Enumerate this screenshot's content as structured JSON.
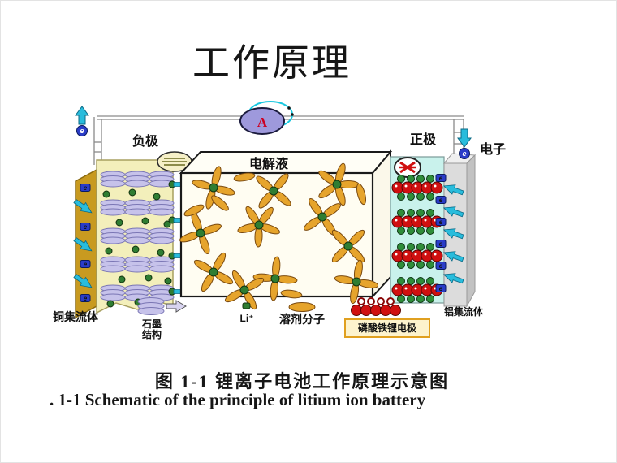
{
  "slide": {
    "title": "工作原理",
    "caption_cn": "图 1-1 锂离子电池工作原理示意图",
    "caption_en": ". 1-1 Schematic of the principle of litium ion battery"
  },
  "diagram": {
    "ammeter_label": "A",
    "negative_electrode_label": "负极",
    "positive_electrode_label": "正极",
    "electrolyte_label": "电解液",
    "electron_label": "电子",
    "electron_symbol": "e",
    "copper_collector_label": "铜集流体",
    "graphite_structure_line1": "石墨",
    "graphite_structure_line2": "结构",
    "li_ion_label": "Li⁺",
    "solvent_label": "溶剂分子",
    "lfp_electrode_label": "磷酸铁锂电极",
    "aluminum_collector_label": "铝集流体",
    "colors": {
      "ammeter_fill": "#9e99dc",
      "ammeter_letter": "#cc0022",
      "wire_gray": "#8a8a8a",
      "copper_gold": "#c89a20",
      "graphite_bg": "#f3efbb",
      "disc_lavender": "#c6c2ea",
      "li_green": "#2f7d32",
      "electron_badge_blue": "#2a3cc8",
      "arrow_cyan": "#29bcdc",
      "solvent_orange": "#e6a42c",
      "electrolyte_bg": "#fffdf2",
      "lfp_red": "#d01010",
      "cathode_bg": "#c9f2ec",
      "aluminum_gray": "#dcdcdc",
      "label_box_fill": "#fdf3cd",
      "label_box_border": "#e0a020"
    }
  }
}
